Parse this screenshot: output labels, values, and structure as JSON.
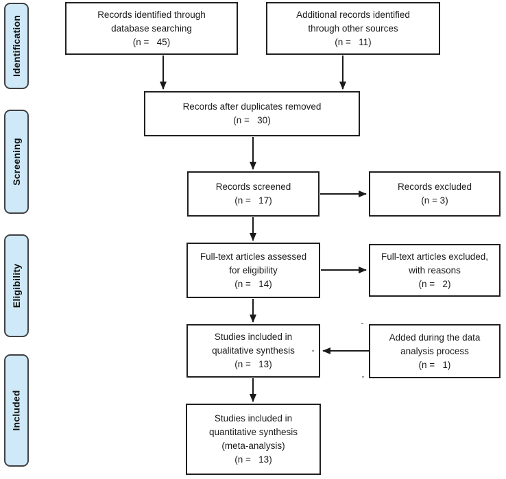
{
  "diagram": {
    "kind": "prisma-flow-diagram",
    "stage_fill_color": "#cfe9f8",
    "stage_border_color": "#404040",
    "box_border_color": "#1f1f1f",
    "arrow_color": "#1a1a1a"
  },
  "sidebar": {
    "stages": [
      {
        "label": "Identification"
      },
      {
        "label": "Screening"
      },
      {
        "label": "Eligibility"
      },
      {
        "label": "Included"
      }
    ]
  },
  "boxes": {
    "identified": {
      "lines": [
        "Records identified through",
        "database searching",
        "(n =   45)"
      ]
    },
    "additional": {
      "lines": [
        "Additional records identified",
        "through other sources",
        "(n =   11)"
      ]
    },
    "duplicates": {
      "lines": [
        "Records after duplicates removed",
        "(n =   30)"
      ]
    },
    "screened": {
      "lines": [
        "Records screened",
        "(n =   17)"
      ]
    },
    "excluded": {
      "lines": [
        "Records excluded",
        "(n = 3)"
      ]
    },
    "fulltext": {
      "lines": [
        "Full-text articles assessed",
        "for eligibility",
        "(n =   14)"
      ]
    },
    "fulltext_excluded": {
      "lines": [
        "Full-text articles excluded,",
        "with reasons",
        "(n =   2)"
      ]
    },
    "qualitative": {
      "lines": [
        "Studies included in",
        "qualitative synthesis",
        "(n =   13)"
      ]
    },
    "added": {
      "lines": [
        "Added during the data",
        "analysis process",
        "(n =   1)"
      ]
    },
    "quantitative": {
      "lines": [
        "Studies included in",
        "quantitative synthesis",
        "(meta-analysis)",
        "(n =   13)"
      ]
    }
  }
}
